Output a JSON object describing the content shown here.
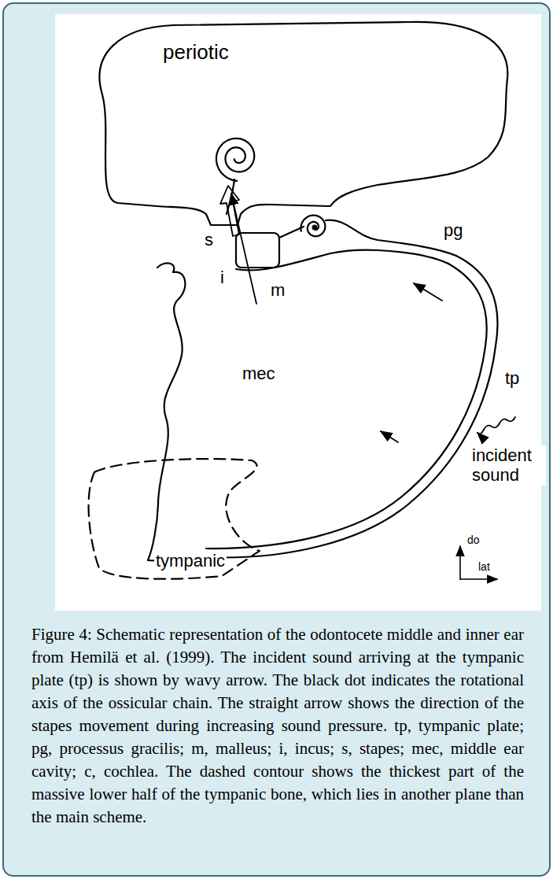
{
  "diagram": {
    "caption": "Figure 4: Schematic representation of the odontocete middle and inner ear from Hemilä et al. (1999). The incident sound arriving at the tympanic plate (tp) is shown by wavy arrow. The black dot indicates the rotational axis of the ossicular chain. The straight arrow shows the direction of the stapes movement during increasing sound pressure. tp, tympanic plate; pg, processus gracilis; m, malleus; i, incus; s, stapes; mec, middle ear cavity; c, cochlea. The dashed contour shows the thickest part of the massive lower half of the tympanic bone, which lies in another plane than the main scheme.",
    "labels": [
      "periotic",
      "s",
      "i",
      "pg",
      "m",
      "mec",
      "tp",
      "incident sound",
      "tympanic",
      "do",
      "lat"
    ]
  }
}
